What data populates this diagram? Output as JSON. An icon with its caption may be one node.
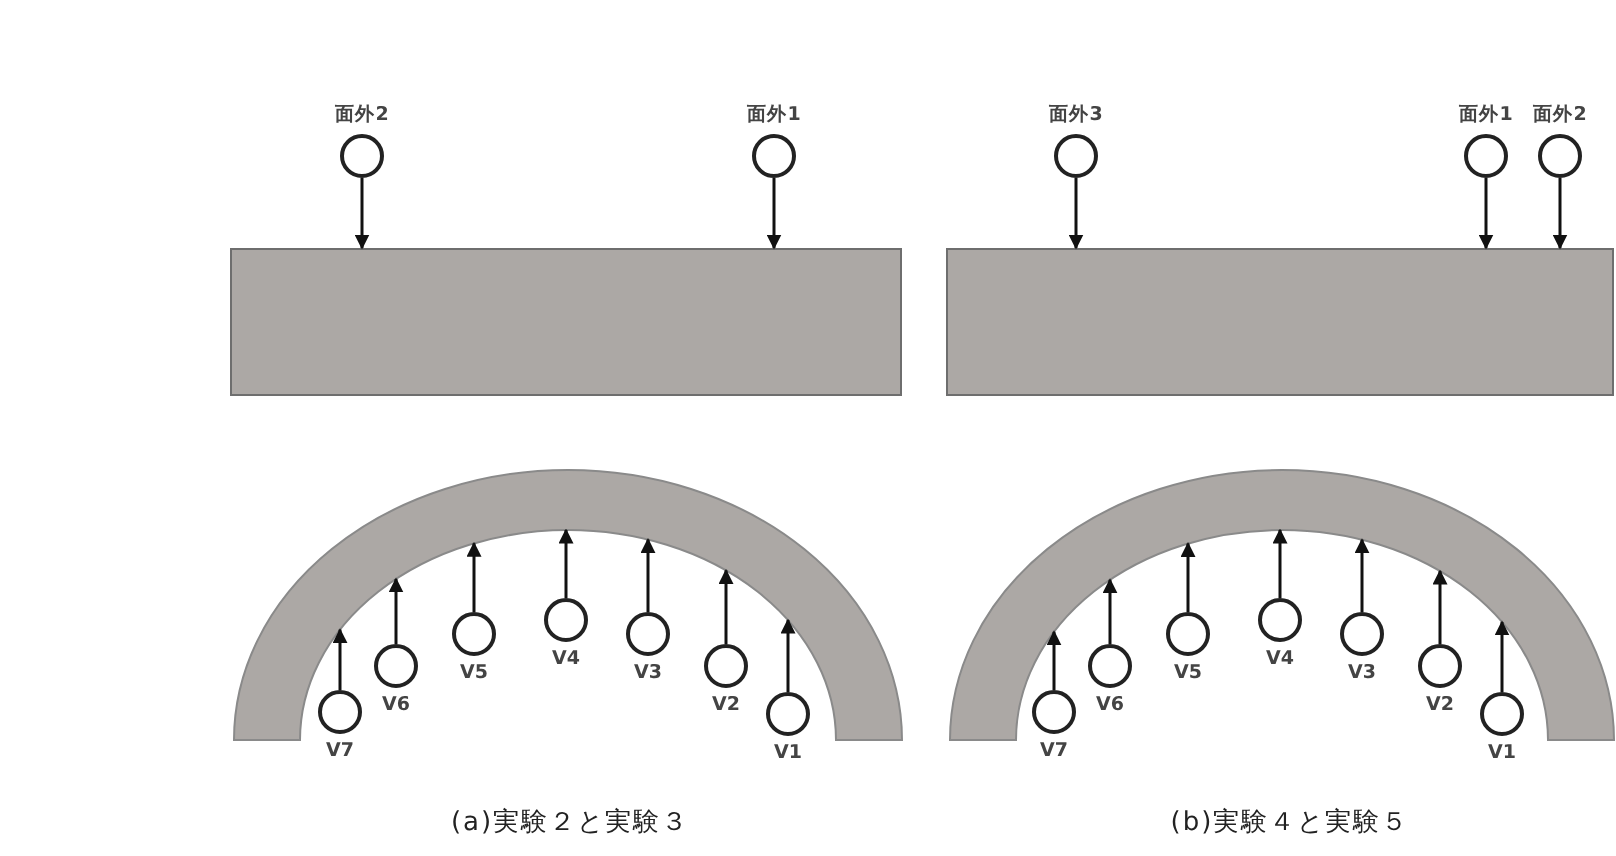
{
  "diagram": {
    "nodes": [
      {
        "text": [],
        "shape": "bar"
      },
      {
        "text": [
          "面外2"
        ]
      },
      {
        "text": [
          "面外1"
        ]
      },
      {
        "text": [],
        "shape": "arch"
      },
      {
        "text": [
          "V7"
        ]
      },
      {
        "text": [
          "V6"
        ]
      },
      {
        "text": [
          "V5"
        ]
      },
      {
        "text": [
          "V4"
        ]
      },
      {
        "text": [
          "V3"
        ]
      },
      {
        "text": [
          "V2"
        ]
      },
      {
        "text": [
          "V1"
        ]
      },
      {
        "text": [],
        "shape": "bar"
      },
      {
        "text": [
          "面外3"
        ]
      },
      {
        "text": [
          "面外1"
        ]
      },
      {
        "text": [
          "面外2"
        ]
      },
      {
        "text": [],
        "shape": "arch"
      },
      {
        "text": [
          "V7"
        ]
      },
      {
        "text": [
          "V6"
        ]
      },
      {
        "text": [
          "V5"
        ]
      },
      {
        "text": [
          "V4"
        ]
      },
      {
        "text": [
          "V3"
        ]
      },
      {
        "text": [
          "V2"
        ]
      },
      {
        "text": [
          "V1"
        ]
      }
    ],
    "edges": [
      {
        "from": 1,
        "to": 0,
        "arrow": "to"
      },
      {
        "from": 2,
        "to": 0,
        "arrow": "to"
      },
      {
        "from": 4,
        "to": 3,
        "arrow": "to"
      },
      {
        "from": 5,
        "to": 3,
        "arrow": "to"
      },
      {
        "from": 6,
        "to": 3,
        "arrow": "to"
      },
      {
        "from": 7,
        "to": 3,
        "arrow": "to"
      },
      {
        "from": 8,
        "to": 3,
        "arrow": "to"
      },
      {
        "from": 9,
        "to": 3,
        "arrow": "to"
      },
      {
        "from": 10,
        "to": 3,
        "arrow": "to"
      },
      {
        "from": 12,
        "to": 11,
        "arrow": "to"
      },
      {
        "from": 13,
        "to": 11,
        "arrow": "to"
      },
      {
        "from": 14,
        "to": 11,
        "arrow": "to"
      },
      {
        "from": 16,
        "to": 15,
        "arrow": "to"
      },
      {
        "from": 17,
        "to": 15,
        "arrow": "to"
      },
      {
        "from": 18,
        "to": 15,
        "arrow": "to"
      },
      {
        "from": 19,
        "to": 15,
        "arrow": "to"
      },
      {
        "from": 20,
        "to": 15,
        "arrow": "to"
      },
      {
        "from": 21,
        "to": 15,
        "arrow": "to"
      },
      {
        "from": 22,
        "to": 15,
        "arrow": "to"
      }
    ],
    "labels": [
      "(a)実験２と実験３",
      "(b)実験４と実験５"
    ]
  }
}
